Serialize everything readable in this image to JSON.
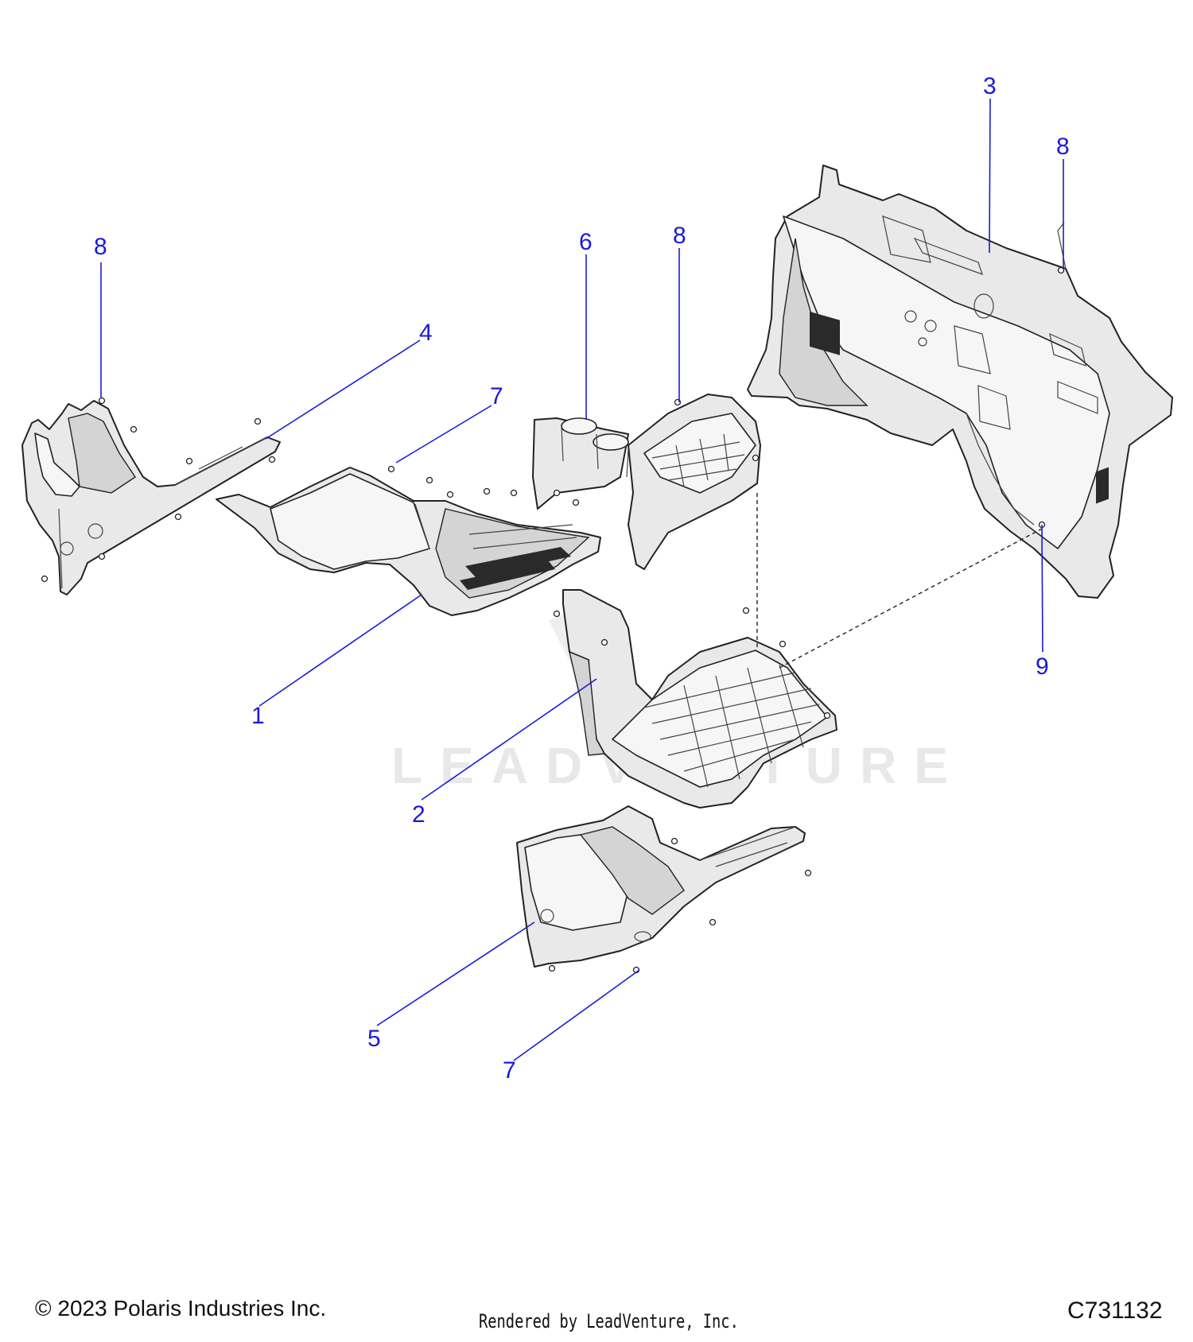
{
  "watermark": "LEADVENTURE",
  "callouts": [
    {
      "id": "c8a",
      "label": "8"
    },
    {
      "id": "c4",
      "label": "4"
    },
    {
      "id": "c7a",
      "label": "7"
    },
    {
      "id": "c6",
      "label": "6"
    },
    {
      "id": "c8b",
      "label": "8"
    },
    {
      "id": "c3",
      "label": "3"
    },
    {
      "id": "c8c",
      "label": "8"
    },
    {
      "id": "c1",
      "label": "1"
    },
    {
      "id": "c9",
      "label": "9"
    },
    {
      "id": "c2",
      "label": "2"
    },
    {
      "id": "c5",
      "label": "5"
    },
    {
      "id": "c7b",
      "label": "7"
    }
  ],
  "footer": {
    "copyright": "© 2023 Polaris Industries Inc.",
    "rendered_by": "Rendered by LeadVenture, Inc.",
    "diagram_code": "C731132"
  },
  "colors": {
    "callout": "#1a1adb",
    "line_art": "#222222",
    "panel_fill": "#e9e9e9"
  }
}
